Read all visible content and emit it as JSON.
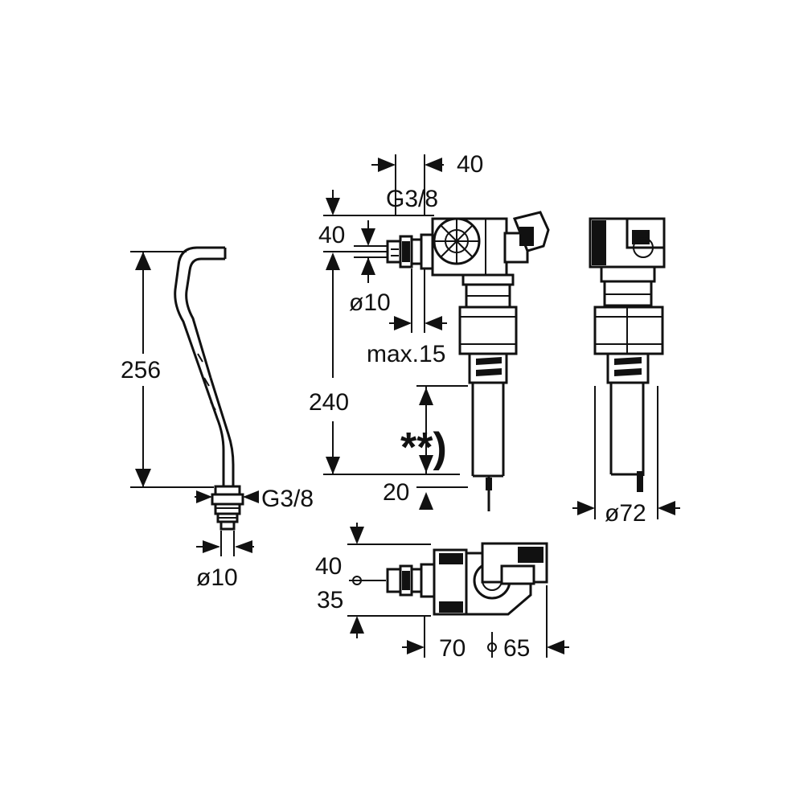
{
  "labels": {
    "pipe_height": "256",
    "pipe_thread": "G3/8",
    "pipe_diameter": "ø10",
    "top_width": "40",
    "inlet_thread": "G3/8",
    "inlet_offset": "40",
    "inlet_diameter": "ø10",
    "inlet_length": "max.15",
    "valve_height": "240",
    "adjust_range": "**)",
    "bottom_offset": "20",
    "float_diameter": "ø72",
    "plan_a": "40",
    "plan_b": "35",
    "plan_c": "70",
    "plan_d": "65"
  }
}
